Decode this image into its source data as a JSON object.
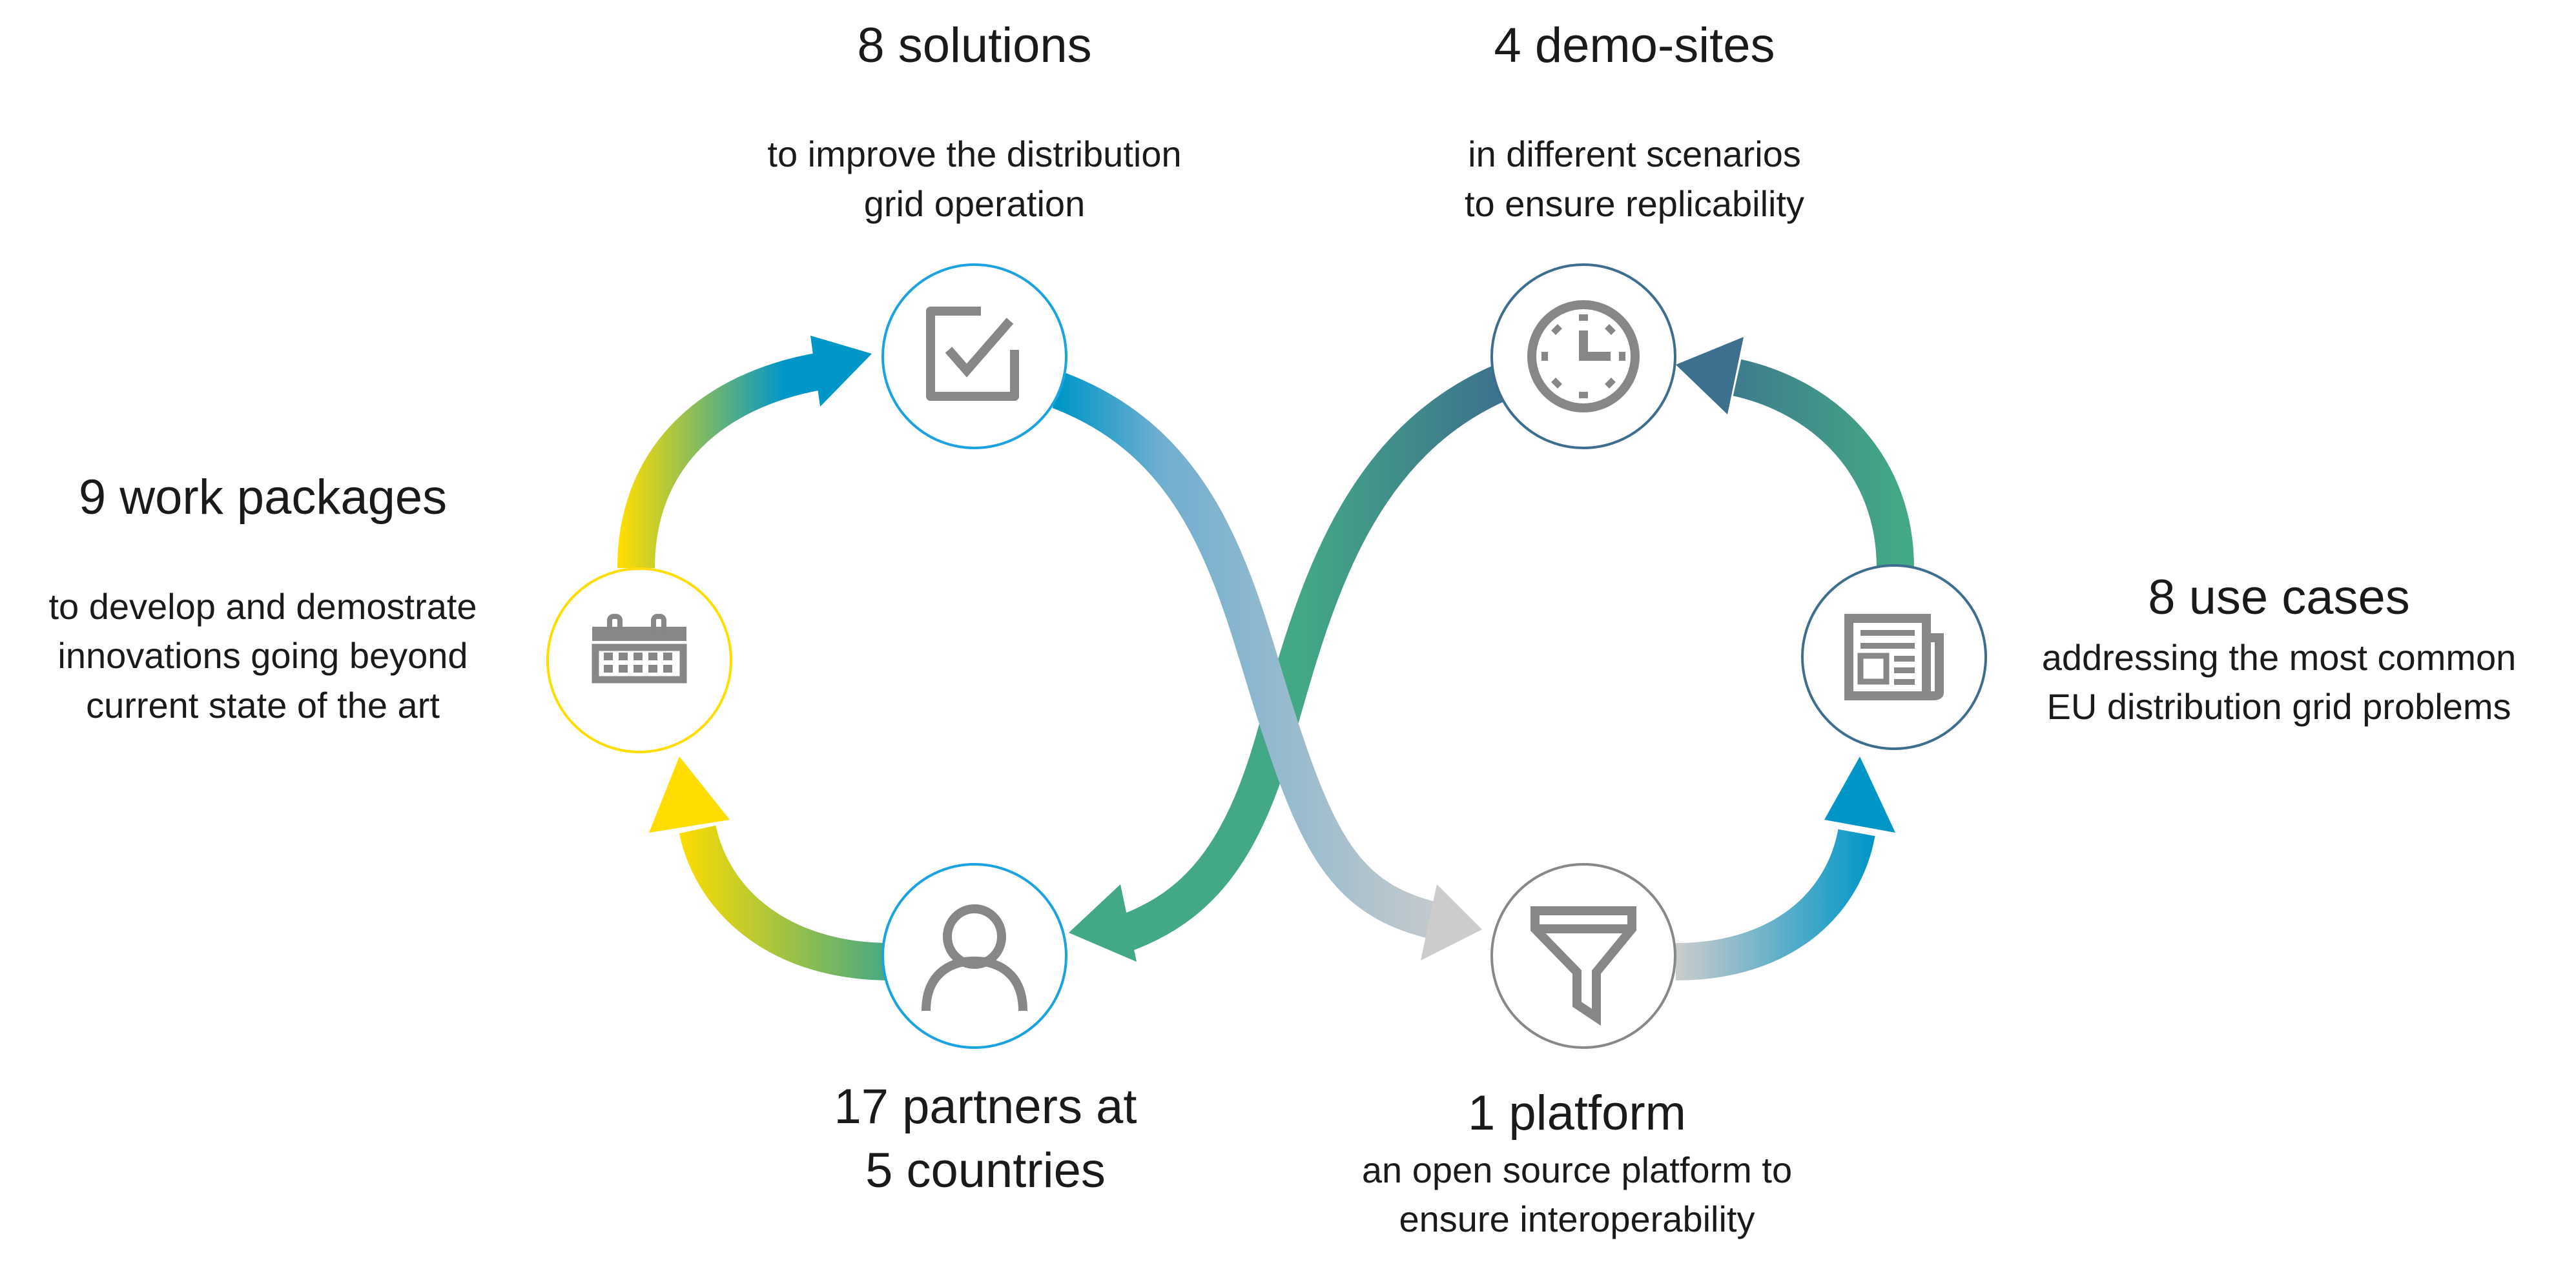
{
  "colors": {
    "yellow": "#FFDD00",
    "blue": "#0096C8",
    "green": "#43A886",
    "teal_dark": "#3D708E",
    "gray": "#CCCCCC",
    "icon": "#878787"
  },
  "nodes": {
    "work_packages": {
      "title": "9 work packages",
      "lines": [
        "to develop and demostrate",
        "innovations going beyond",
        "current state of the art"
      ],
      "icon": "calendar-icon"
    },
    "solutions": {
      "title": "8 solutions",
      "lines": [
        "to improve the distribution",
        "grid operation"
      ],
      "icon": "checkbox-icon"
    },
    "demo_sites": {
      "title": "4 demo-sites",
      "lines": [
        "in different scenarios",
        "to ensure replicability"
      ],
      "icon": "clock-icon"
    },
    "use_cases": {
      "title": "8 use cases",
      "lines": [
        "addressing the most common",
        "EU distribution grid problems"
      ],
      "icon": "newspaper-icon"
    },
    "platform": {
      "title": "1 platform",
      "lines": [
        "an open source platform to",
        "ensure interoperability"
      ],
      "icon": "filter-icon"
    },
    "partners": {
      "title_lines": [
        "17 partners at",
        "5 countries"
      ],
      "icon": "person-icon"
    }
  }
}
